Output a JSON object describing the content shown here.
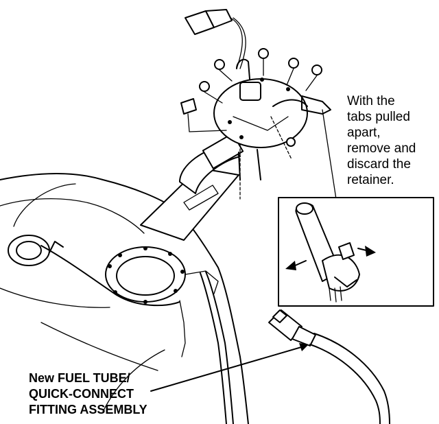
{
  "retainer_note": {
    "lines": [
      "With the",
      "tabs pulled",
      "apart,",
      "remove and",
      "discard the",
      "retainer."
    ]
  },
  "fuel_tube_label": {
    "lines": [
      "New FUEL TUBE/",
      "QUICK-CONNECT",
      "FITTING ASSEMBLY"
    ]
  }
}
